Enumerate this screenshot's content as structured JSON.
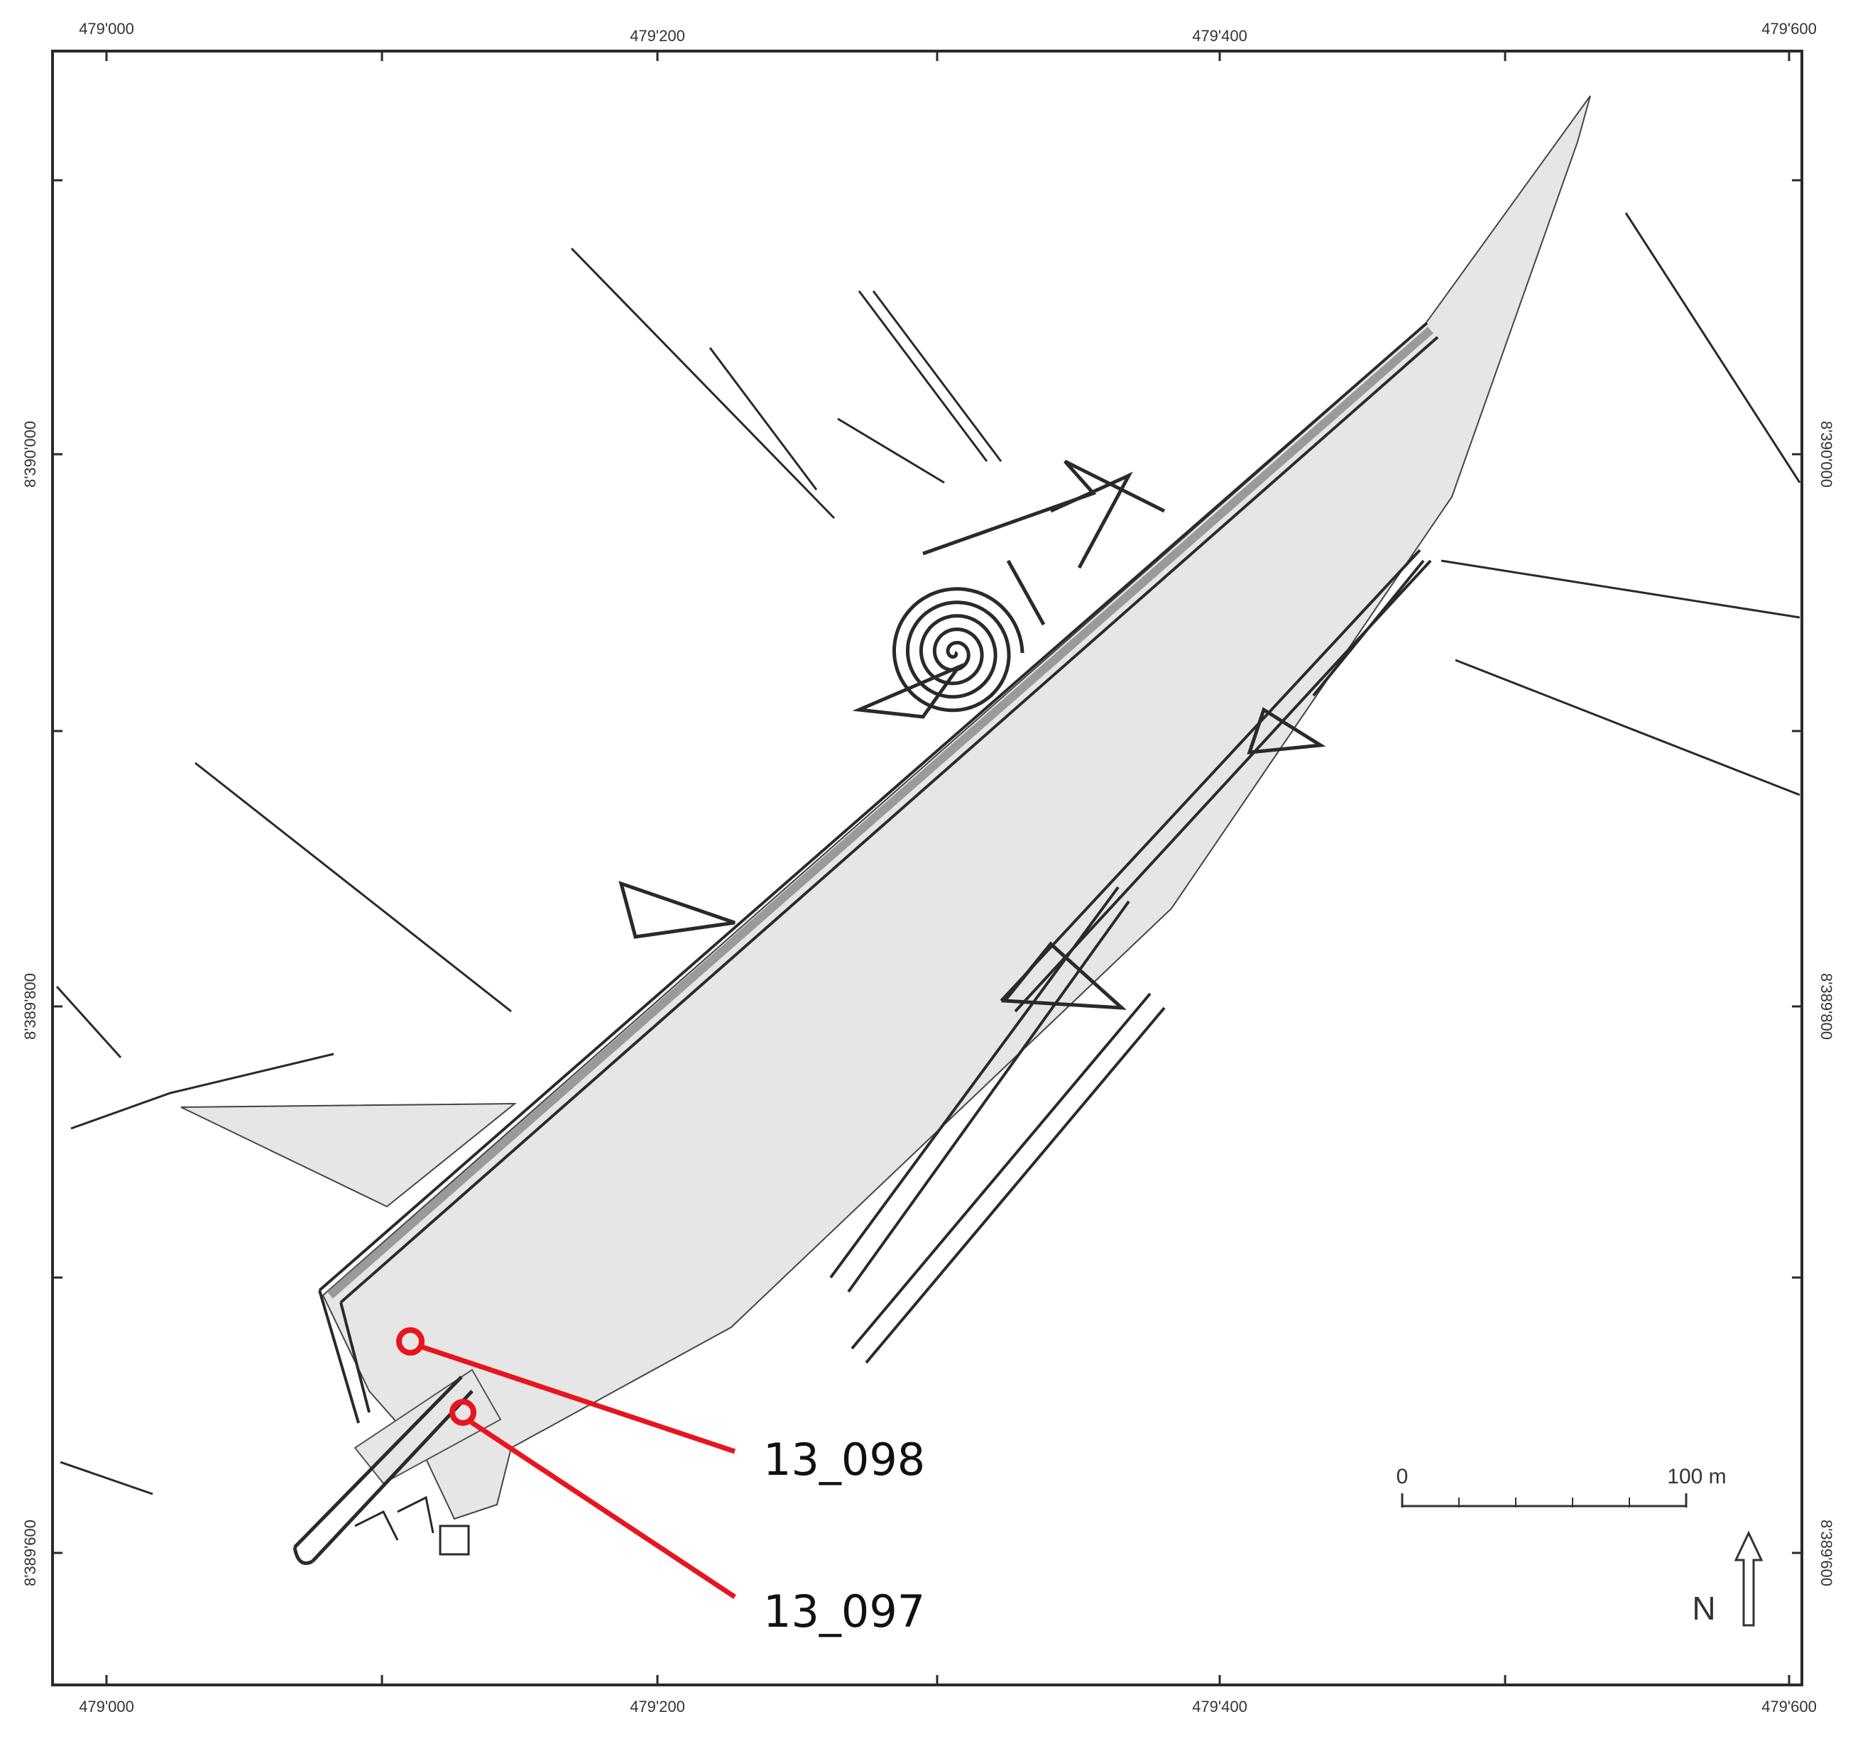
{
  "frame": {
    "top_ticks": [
      "479'000",
      "479'200",
      "479'400",
      "479'600"
    ],
    "bottom_ticks": [
      "479'000",
      "479'200",
      "479'400",
      "479'600"
    ],
    "left_ticks": [
      "8'390'000",
      "8'389'800",
      "8'389'600"
    ],
    "right_ticks": [
      "8'390'000",
      "8'389'800",
      "8'389'600"
    ]
  },
  "samples": [
    {
      "id": "13_098"
    },
    {
      "id": "13_097"
    }
  ],
  "scale_bar": {
    "start_label": "0",
    "end_label": "100 m"
  },
  "north_arrow": {
    "letter": "N"
  },
  "colors": {
    "marker": "#e8141e",
    "ink": "#2a2a2a",
    "fill": "#e6e6e6"
  }
}
